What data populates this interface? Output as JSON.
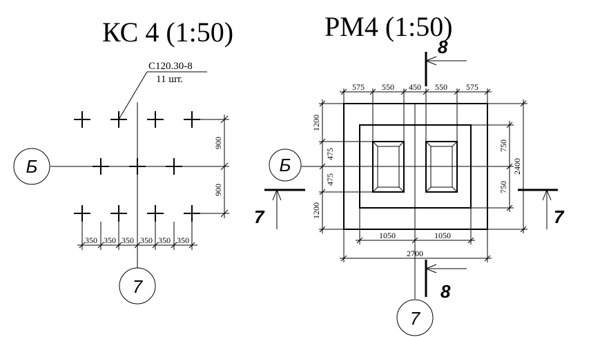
{
  "left_plan": {
    "title": "КС 4 (1:50)",
    "pile_callout": {
      "mark": "С120.30-8",
      "count": "11 шт."
    },
    "dims_vertical": [
      "900",
      "900"
    ],
    "dims_horizontal": [
      "350",
      "350",
      "350",
      "350",
      "350",
      "350"
    ],
    "axis_row": "Б",
    "axis_col": "7"
  },
  "right_plan": {
    "title": "РМ4 (1:50)",
    "axis_row": "Б",
    "axis_col": "7",
    "section_top": "8",
    "section_bottom": "8",
    "section_left": "7",
    "section_right": "7",
    "dims_top": [
      "575",
      "550",
      "450",
      "550",
      "575"
    ],
    "dims_left": [
      "1200",
      "475",
      "475",
      "1200"
    ],
    "dims_right_inner": [
      "750",
      "750"
    ],
    "dim_right_total": "2400",
    "dims_bottom_inner": [
      "1050",
      "1050"
    ],
    "dim_bottom_total": "2700"
  }
}
